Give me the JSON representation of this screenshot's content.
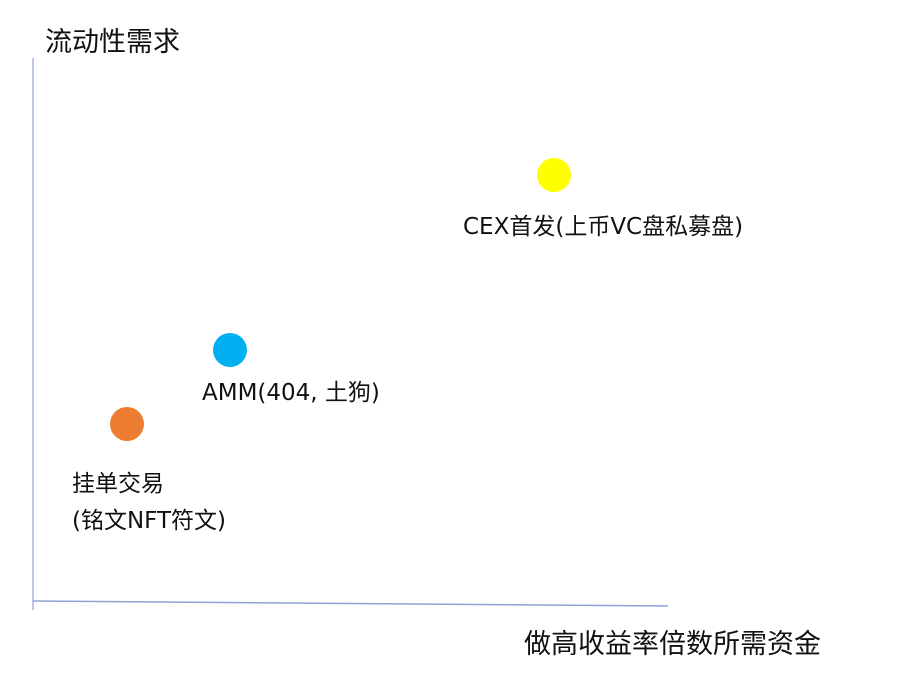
{
  "axes": {
    "y_title": "流动性需求",
    "x_title": "做高收益率倍数所需资金",
    "color": "#8EA3D6"
  },
  "points": [
    {
      "name": "cex",
      "label_lines": [
        "CEX首发(上币VC盘私募盘)"
      ],
      "color": "#FFFF00"
    },
    {
      "name": "amm",
      "label_lines": [
        "AMM(404, 土狗)"
      ],
      "color": "#00B0F0"
    },
    {
      "name": "orderbook",
      "label_lines": [
        "挂单交易",
        "(铭文NFT符文)"
      ],
      "color": "#ED7D31"
    }
  ]
}
